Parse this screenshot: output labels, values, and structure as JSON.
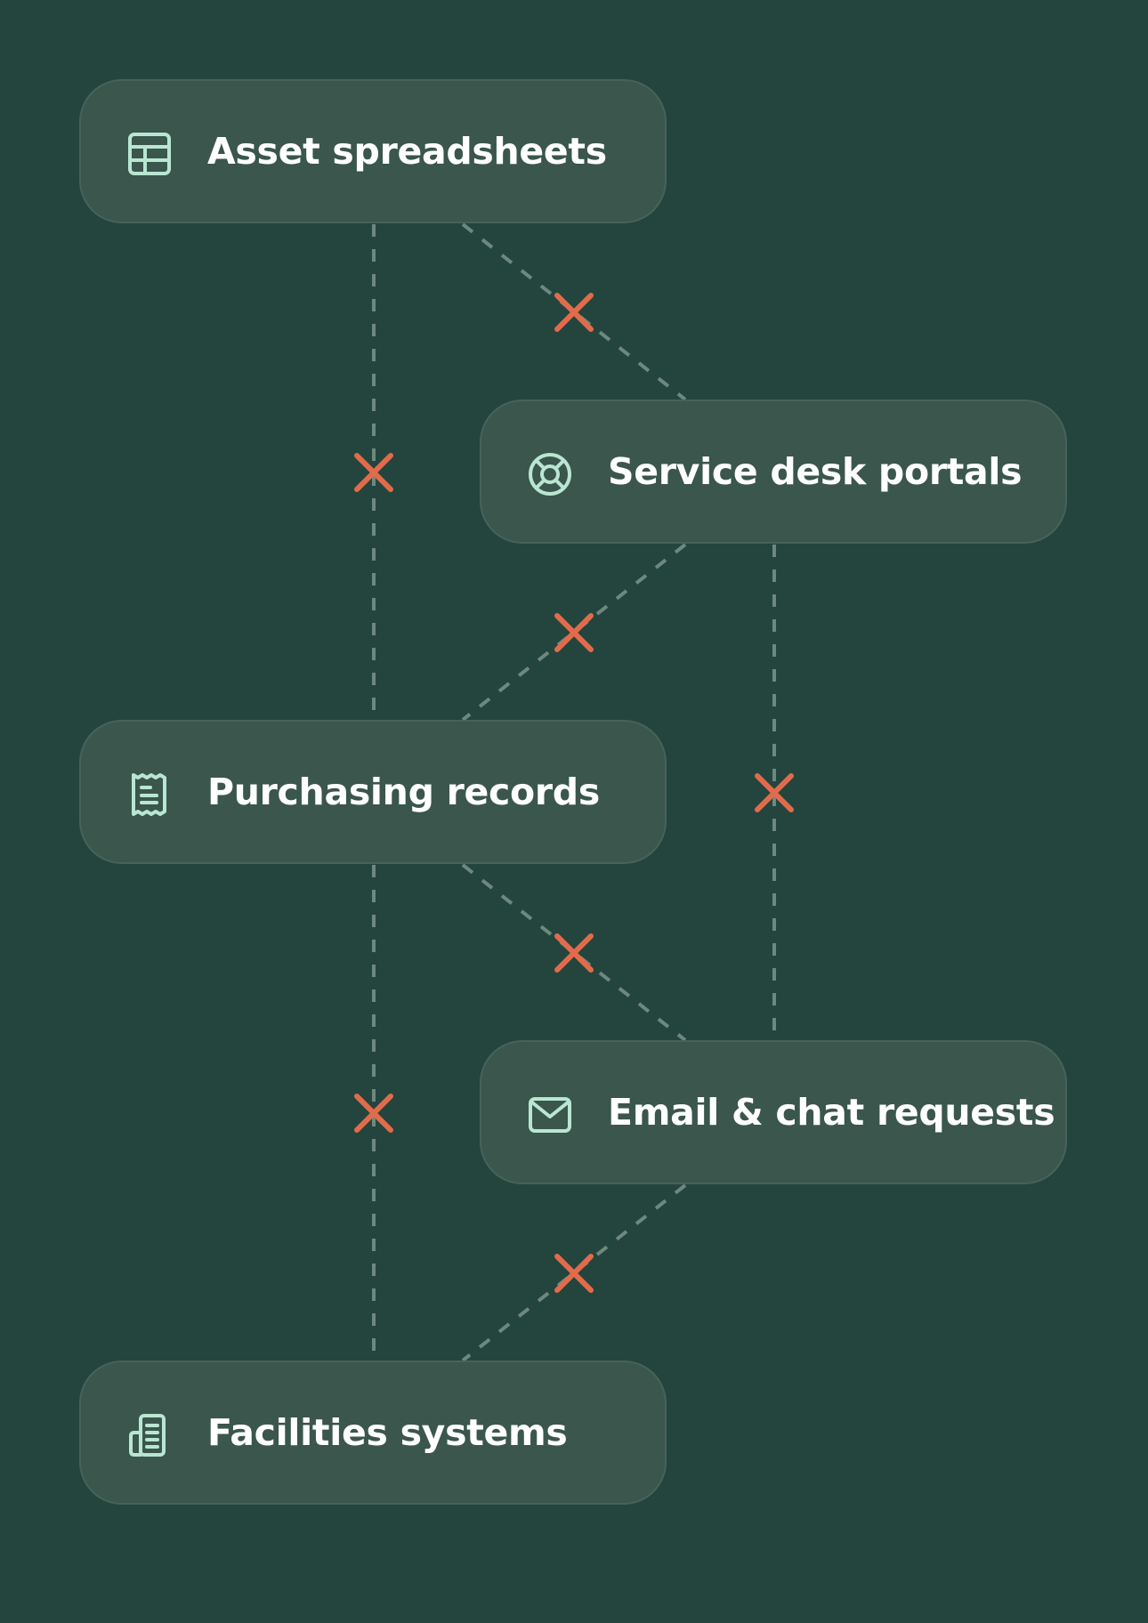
{
  "colors": {
    "background": "#24453D",
    "node_fill": "#3A564D",
    "node_border": "#476358",
    "label": "#FFFFFF",
    "icon": "#B9E6D2",
    "connector": "#6E8880",
    "broken_marker": "#E26B4B"
  },
  "nodes": [
    {
      "label": "Asset spreadsheets",
      "icon": "table-icon"
    },
    {
      "label": "Service desk portals",
      "icon": "lifebuoy-icon"
    },
    {
      "label": "Purchasing records",
      "icon": "receipt-icon"
    },
    {
      "label": "Email & chat requests",
      "icon": "mail-icon"
    },
    {
      "label": "Facilities systems",
      "icon": "building-icon"
    }
  ],
  "connections": [
    {
      "from": 0,
      "to": 1,
      "status": "broken"
    },
    {
      "from": 0,
      "to": 2,
      "status": "broken"
    },
    {
      "from": 1,
      "to": 2,
      "status": "broken"
    },
    {
      "from": 1,
      "to": 3,
      "status": "broken"
    },
    {
      "from": 2,
      "to": 3,
      "status": "broken"
    },
    {
      "from": 2,
      "to": 4,
      "status": "broken"
    },
    {
      "from": 3,
      "to": 4,
      "status": "broken"
    }
  ]
}
